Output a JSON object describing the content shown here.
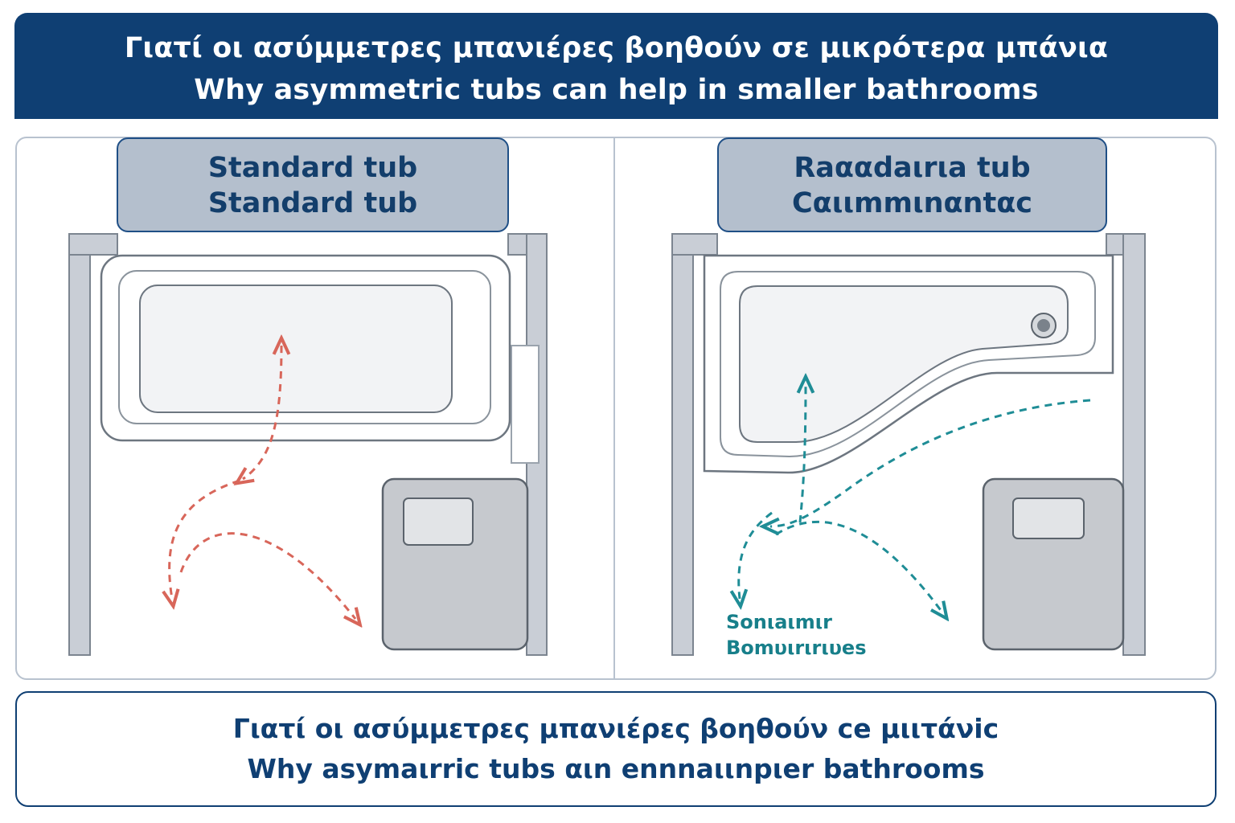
{
  "header": {
    "title_el": "Γιατί οι ασύμμετρες μπανιέρες βοηθούν σε μικρότερα μπάνια",
    "title_en": "Why asymmetric tubs can help in smaller bathrooms"
  },
  "left_panel": {
    "label_line1": "Standard tub",
    "label_line2": "Standard tub"
  },
  "right_panel": {
    "label_line1": "Raααdaιrιa tub",
    "label_line2": "Cαιιmmιnαntαc",
    "note_line1": "Sonιaιmιr",
    "note_line2": "Bomυιrιrιυes"
  },
  "footer": {
    "line_el": "Γιατί οι ασύμμετρες μπανιέρες βοηθούν ce μιιτάνic",
    "line_en": "Why asymaιrric tubs αιn ennnaιιnpιer bathrooms"
  },
  "colors": {
    "header_bg": "#0f3f73",
    "label_bg": "#b4bfcd",
    "wall": "#c9ced6",
    "fixture": "#c6c9ce",
    "standard_path": "#d8665a",
    "asymmetric_path": "#1f8d96"
  },
  "icons": [
    "arrow-up-icon",
    "arrow-down-left-icon",
    "arrow-down-right-icon",
    "drain-icon"
  ]
}
